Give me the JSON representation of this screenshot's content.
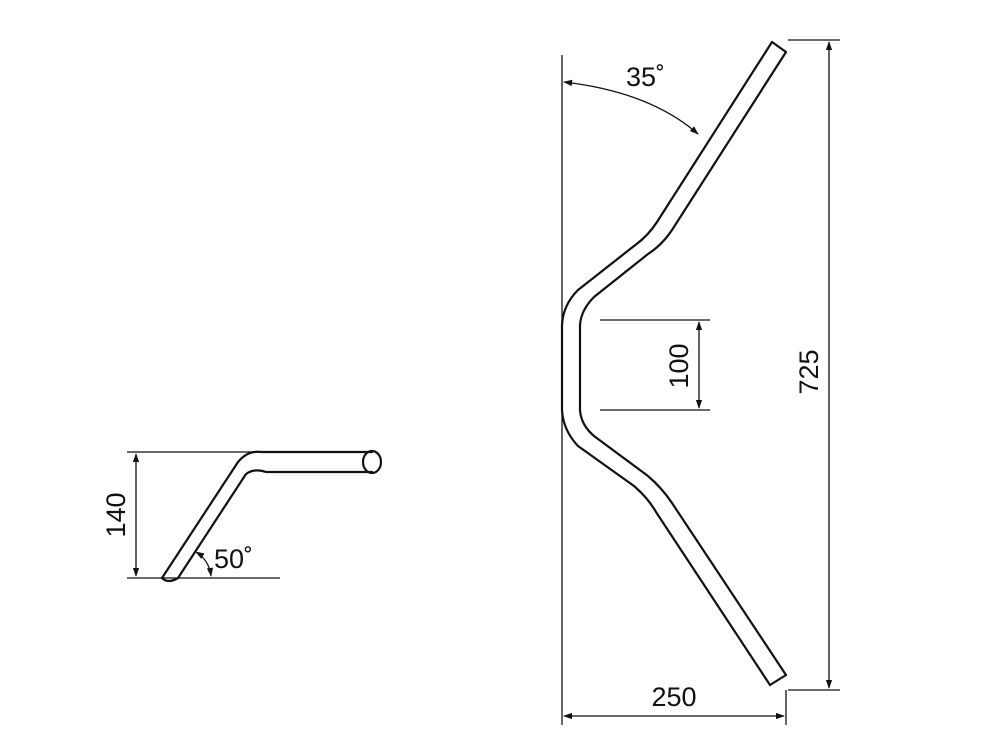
{
  "diagram": {
    "side_view": {
      "height_label": "140",
      "angle_label": "50˚"
    },
    "front_view": {
      "angle_label": "35˚",
      "rise_label": "100",
      "height_label": "725",
      "width_label": "250"
    }
  },
  "colors": {
    "ink": "#111111",
    "background": "#ffffff"
  }
}
